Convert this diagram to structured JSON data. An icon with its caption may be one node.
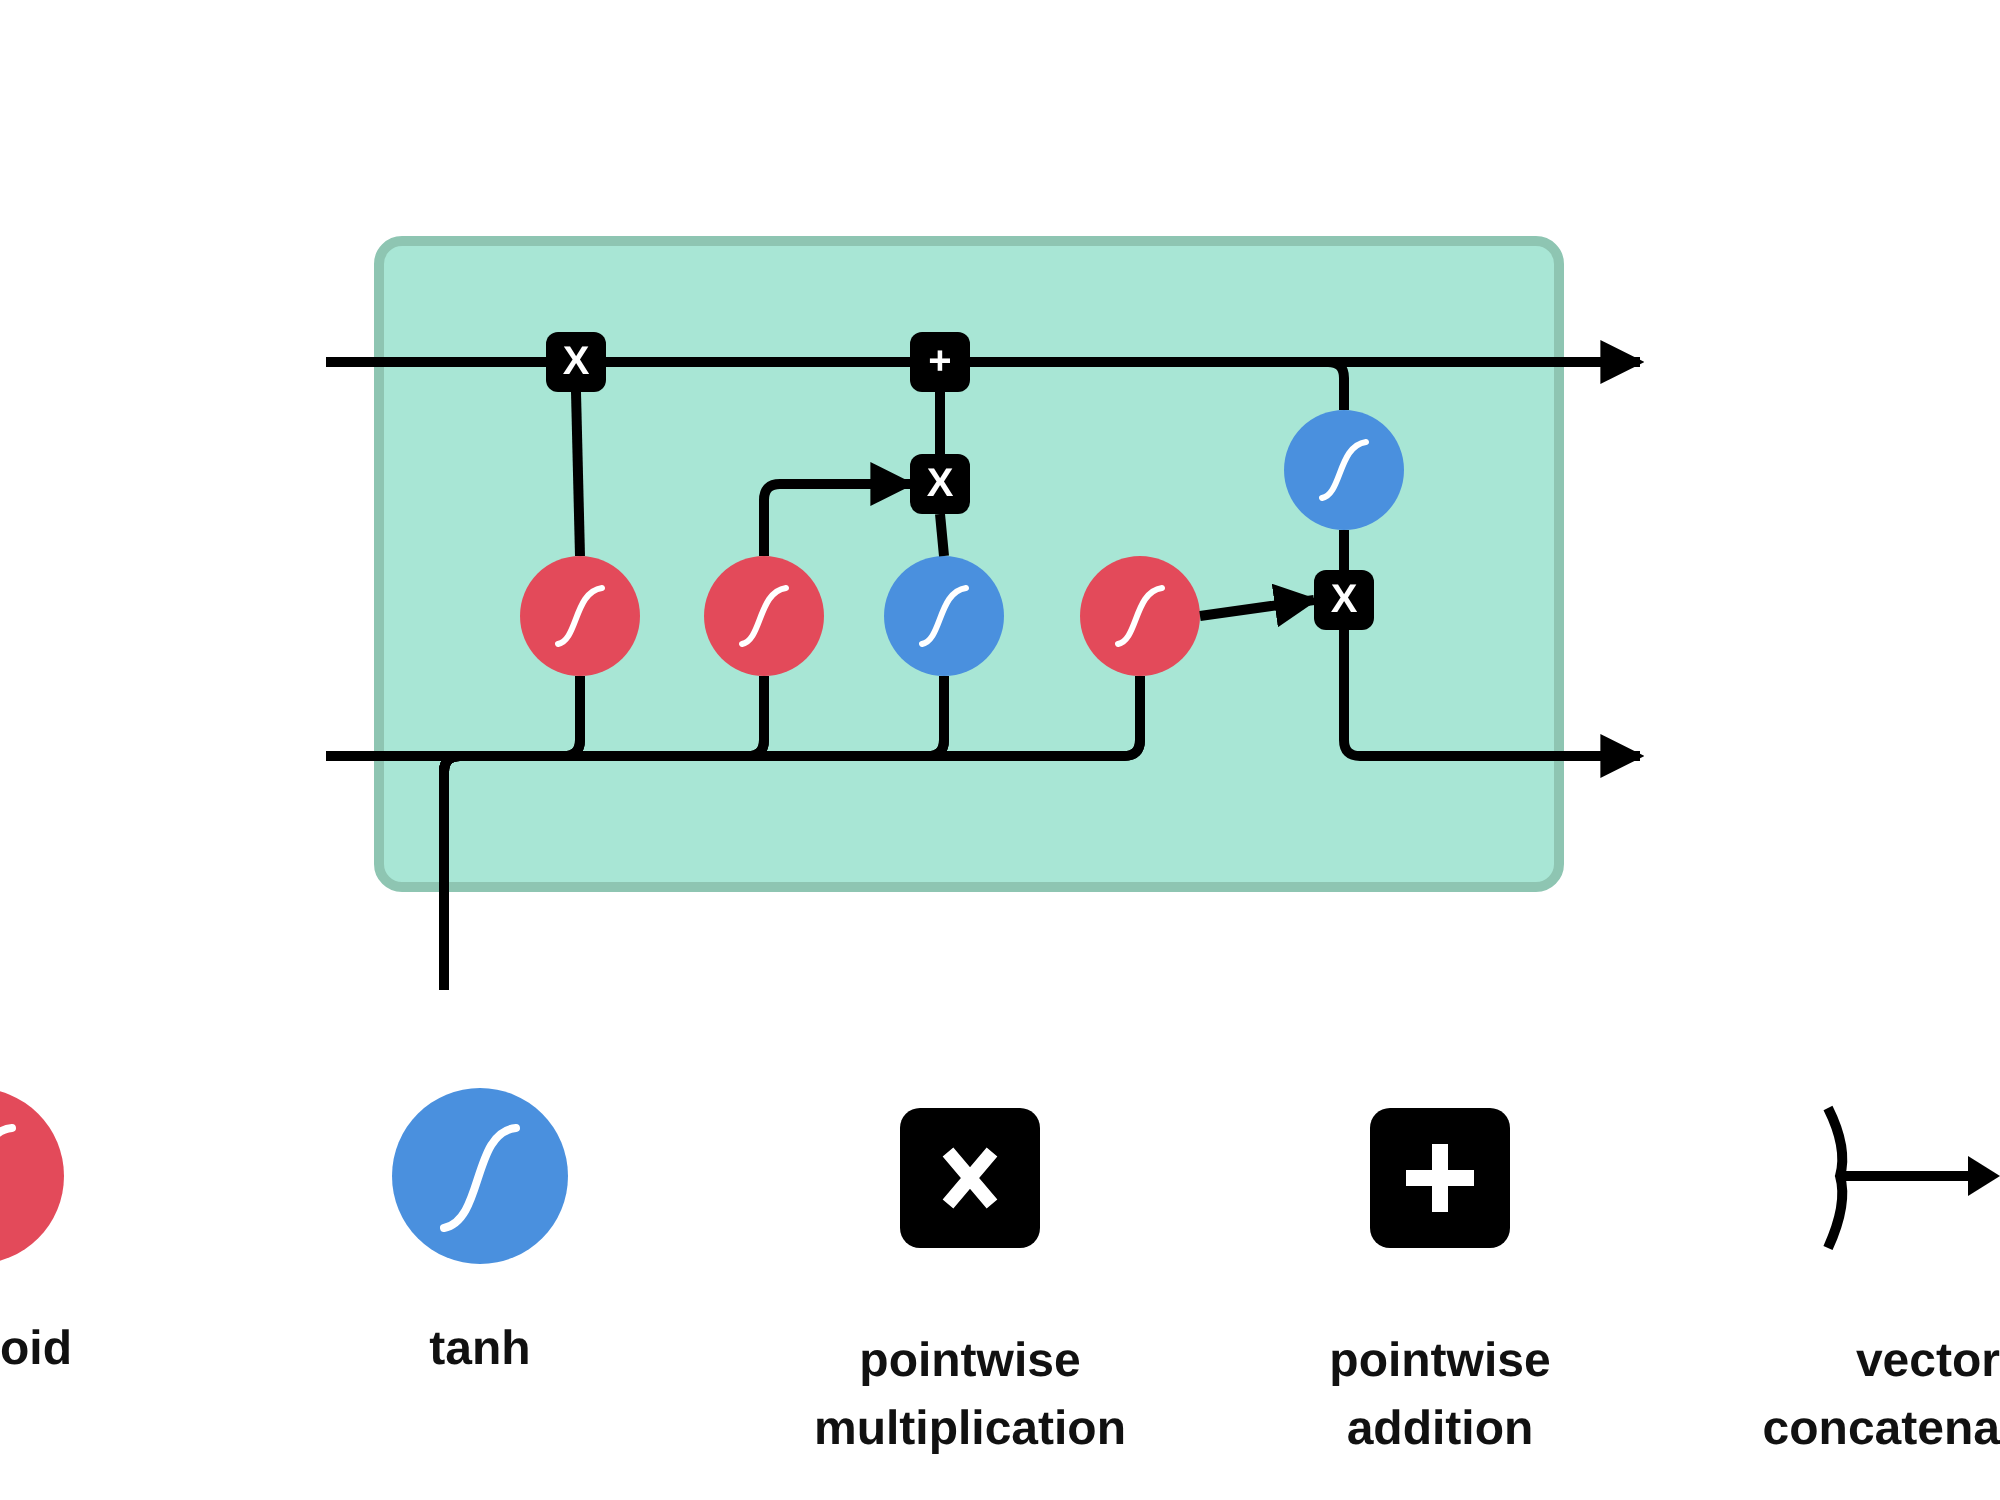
{
  "diagram": {
    "nodes": [
      {
        "text": [],
        "shape": "box"
      },
      {
        "text": [
          "X"
        ],
        "in": 0
      },
      {
        "text": [
          "+"
        ],
        "in": 0
      },
      {
        "text": [
          "X"
        ],
        "in": 0
      },
      {
        "text": [],
        "shape": "circle",
        "in": 0
      },
      {
        "text": [],
        "shape": "circle",
        "in": 0
      },
      {
        "text": [],
        "shape": "circle",
        "in": 0
      },
      {
        "text": [],
        "shape": "circle",
        "in": 0
      },
      {
        "text": [],
        "shape": "circle",
        "in": 0
      },
      {
        "text": [
          "X"
        ],
        "in": 0
      }
    ],
    "edges": [
      {
        "from": null,
        "to": 1,
        "arrow": "none"
      },
      {
        "from": 1,
        "to": 2,
        "arrow": "none"
      },
      {
        "from": 2,
        "to": null,
        "arrow": "to"
      },
      {
        "from": 2,
        "to": 4,
        "arrow": "none"
      },
      {
        "from": 4,
        "to": 9,
        "arrow": "none"
      },
      {
        "from": 5,
        "to": 1,
        "arrow": "none"
      },
      {
        "from": 6,
        "to": 3,
        "arrow": "to"
      },
      {
        "from": 7,
        "to": 3,
        "arrow": "none"
      },
      {
        "from": 3,
        "to": 2,
        "arrow": "none"
      },
      {
        "from": 8,
        "to": 9,
        "arrow": "to"
      },
      {
        "from": 9,
        "to": null,
        "arrow": "to"
      },
      {
        "from": null,
        "to": 5,
        "arrow": "none"
      },
      {
        "from": null,
        "to": 6,
        "arrow": "none"
      },
      {
        "from": null,
        "to": 7,
        "arrow": "none"
      },
      {
        "from": null,
        "to": 8,
        "arrow": "none"
      },
      {
        "from": null,
        "to": 5,
        "arrow": "none"
      },
      {
        "from": null,
        "to": 6,
        "arrow": "none"
      },
      {
        "from": null,
        "to": 7,
        "arrow": "none"
      },
      {
        "from": null,
        "to": 8,
        "arrow": "none"
      }
    ],
    "legend": [
      {
        "text": "oid"
      },
      {
        "text": "tanh"
      },
      {
        "text": "pointwise multiplication"
      },
      {
        "text": "pointwise addition"
      },
      {
        "text": "vector concatena"
      }
    ]
  }
}
